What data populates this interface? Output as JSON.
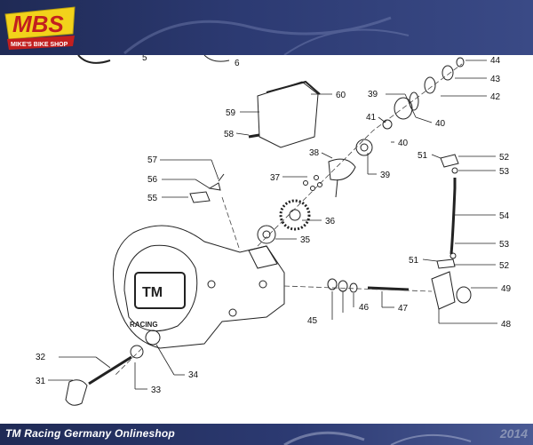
{
  "logo": {
    "title": "MBS",
    "subtitle": "MIKE'S BIKE SHOP"
  },
  "footer": {
    "shop_name": "TM Racing Germany  Onlineshop",
    "year": "2014"
  },
  "part_labels": {
    "p31": "31",
    "p32": "32",
    "p33": "33",
    "p34": "34",
    "p35": "35",
    "p36": "36",
    "p37": "37",
    "p38": "38",
    "p39a": "39",
    "p39b": "39",
    "p40a": "40",
    "p40b": "40",
    "p41": "41",
    "p42": "42",
    "p43": "43",
    "p44": "44",
    "p45": "45",
    "p46": "46",
    "p47": "47",
    "p48": "48",
    "p49": "49",
    "p51a": "51",
    "p51b": "51",
    "p52a": "52",
    "p52b": "52",
    "p53a": "53",
    "p53b": "53",
    "p54": "54",
    "p55": "55",
    "p56": "56",
    "p57": "57",
    "p58": "58",
    "p59": "59",
    "p60": "60",
    "p5": "5",
    "p6": "6"
  },
  "colors": {
    "header_bg": "#2c3a72",
    "logo_yellow": "#f2d21b",
    "logo_red": "#c21f1f"
  }
}
